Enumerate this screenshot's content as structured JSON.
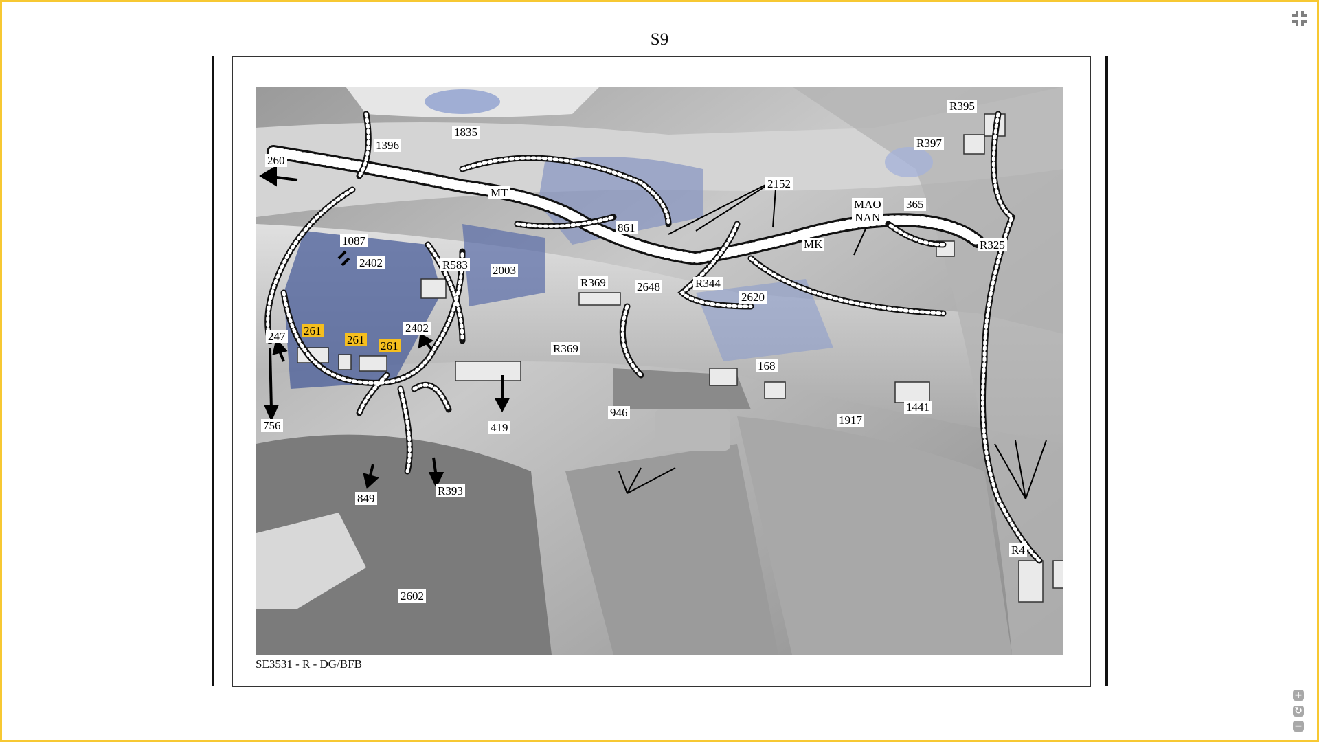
{
  "title": "S9",
  "caption": "SE3531 - R - DG/BFB",
  "colors": {
    "border": "#f7c832",
    "highlight": "#f6bf1e",
    "harness": "#111111"
  },
  "controls": {
    "exit_fullscreen": "exit-fullscreen-icon",
    "zoom_in": "+",
    "reset": "↻",
    "zoom_out": "−"
  },
  "labels": [
    {
      "text": "260"
    },
    {
      "text": "1835"
    },
    {
      "text": "1396"
    },
    {
      "text": "MT"
    },
    {
      "text": "2152"
    },
    {
      "text": "861"
    },
    {
      "text": "MAO\nNAN"
    },
    {
      "text": "365"
    },
    {
      "text": "R395"
    },
    {
      "text": "R397"
    },
    {
      "text": "R325"
    },
    {
      "text": "MK"
    },
    {
      "text": "1087"
    },
    {
      "text": "2402"
    },
    {
      "text": "R583"
    },
    {
      "text": "2003"
    },
    {
      "text": "R369"
    },
    {
      "text": "2648"
    },
    {
      "text": "R344"
    },
    {
      "text": "2620"
    },
    {
      "text": "247"
    },
    {
      "text": "261",
      "highlighted": true
    },
    {
      "text": "261",
      "highlighted": true
    },
    {
      "text": "261",
      "highlighted": true
    },
    {
      "text": "2402"
    },
    {
      "text": "R369"
    },
    {
      "text": "168"
    },
    {
      "text": "946"
    },
    {
      "text": "1917"
    },
    {
      "text": "1441"
    },
    {
      "text": "756"
    },
    {
      "text": "419"
    },
    {
      "text": "849"
    },
    {
      "text": "R393"
    },
    {
      "text": "2602"
    },
    {
      "text": "R4"
    }
  ]
}
